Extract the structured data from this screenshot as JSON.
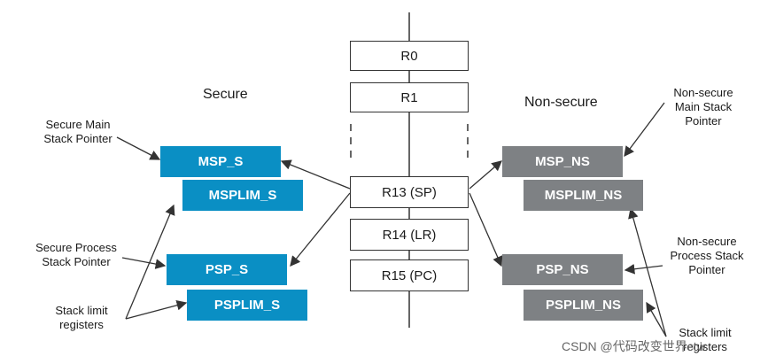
{
  "headers": {
    "secure": "Secure",
    "non_secure": "Non-secure"
  },
  "registers": [
    "R0",
    "R1",
    "R13 (SP)",
    "R14 (LR)",
    "R15 (PC)"
  ],
  "secure_boxes": {
    "msp": "MSP_S",
    "msplim": "MSPLIM_S",
    "psp": "PSP_S",
    "psplim": "PSPLIM_S"
  },
  "ns_boxes": {
    "msp": "MSP_NS",
    "msplim": "MSPLIM_NS",
    "psp": "PSP_NS",
    "psplim": "PSPLIM_NS"
  },
  "labels": {
    "secure_main": "Secure Main\nStack Pointer",
    "secure_process": "Secure Process\nStack Pointer",
    "secure_limit": "Stack limit\nregisters",
    "ns_main": "Non-secure\nMain Stack\nPointer",
    "ns_process": "Non-secure\nProcess Stack\nPointer",
    "ns_limit": "Stack limit\nregisters"
  },
  "colors": {
    "secure": "#0a8fc4",
    "non_secure": "#7e8184"
  },
  "watermark": "CSDN @代码改变世界ctw"
}
